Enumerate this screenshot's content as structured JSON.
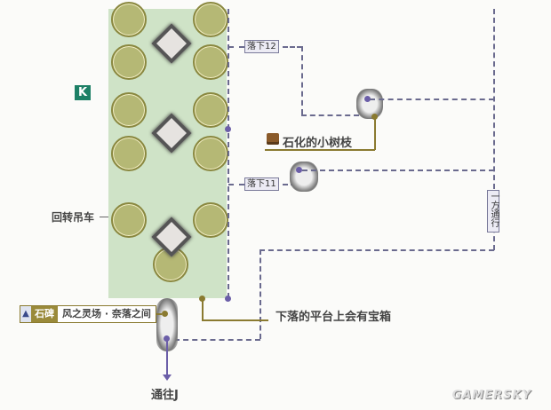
{
  "area_badge": "K",
  "labels": {
    "crane": "回转吊车",
    "twig_item": "石化的小树枝",
    "fall_platform_note": "下落的平台上会有宝箱",
    "exit_to": "通往J",
    "one_way": "一方通行"
  },
  "drop_tags": [
    {
      "id": "drop-12",
      "text": "落下12"
    },
    {
      "id": "drop-11",
      "text": "落下11"
    }
  ],
  "stele": {
    "icon": "stele-icon",
    "kind": "石碑",
    "name": "风之灵场 · 奈落之间"
  },
  "watermark": "GAMERSKY",
  "colors": {
    "platform_green": "#cfe3c7",
    "pillar": "#b5b875",
    "route_dash": "#6a6a8e",
    "badge": "#1d8066",
    "leader_line": "#8a7a30"
  }
}
